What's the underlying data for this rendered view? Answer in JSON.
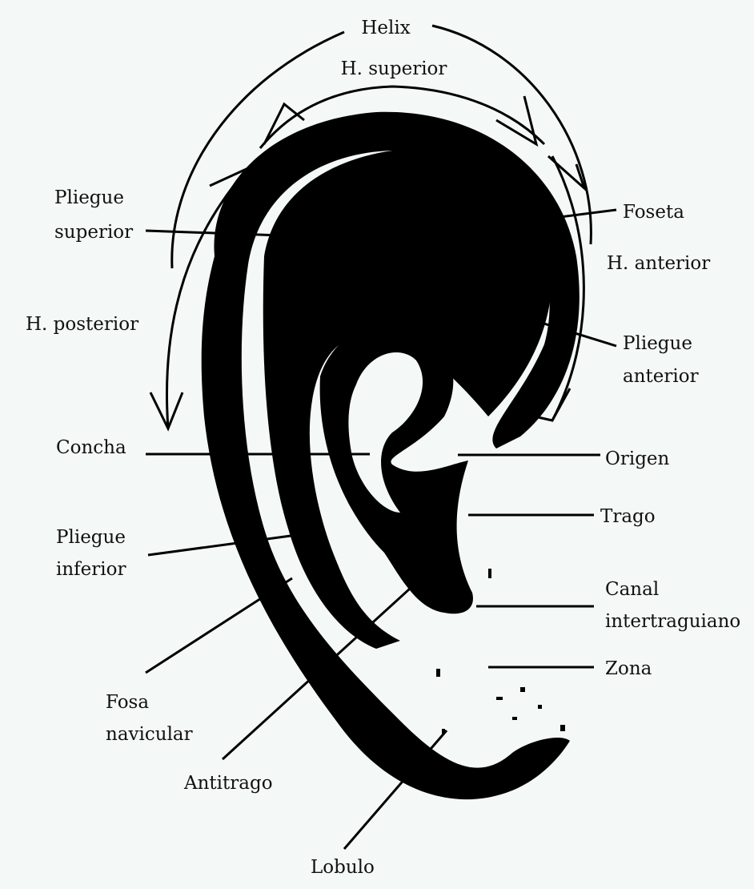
{
  "labels": {
    "helix": "Helix",
    "h_superior": "H. superior",
    "pliegue_superior": [
      "Pliegue",
      "superior"
    ],
    "foseta": "Foseta",
    "h_anterior": "H. anterior",
    "h_posterior": "H. posterior",
    "pliegue_anterior": [
      "Pliegue",
      "anterior"
    ],
    "concha": "Concha",
    "origen": "Origen",
    "trago": "Trago",
    "pliegue_inferior": [
      "Pliegue",
      "inferior"
    ],
    "canal": [
      "Canal",
      "intertraguiano"
    ],
    "zona": "Zona",
    "fosa": [
      "Fosa",
      "navicular"
    ],
    "antitrago": "Antitrago",
    "lobulo": "Lobulo"
  },
  "colors": {
    "ink": "#000000",
    "background": "#f4f8f7"
  }
}
